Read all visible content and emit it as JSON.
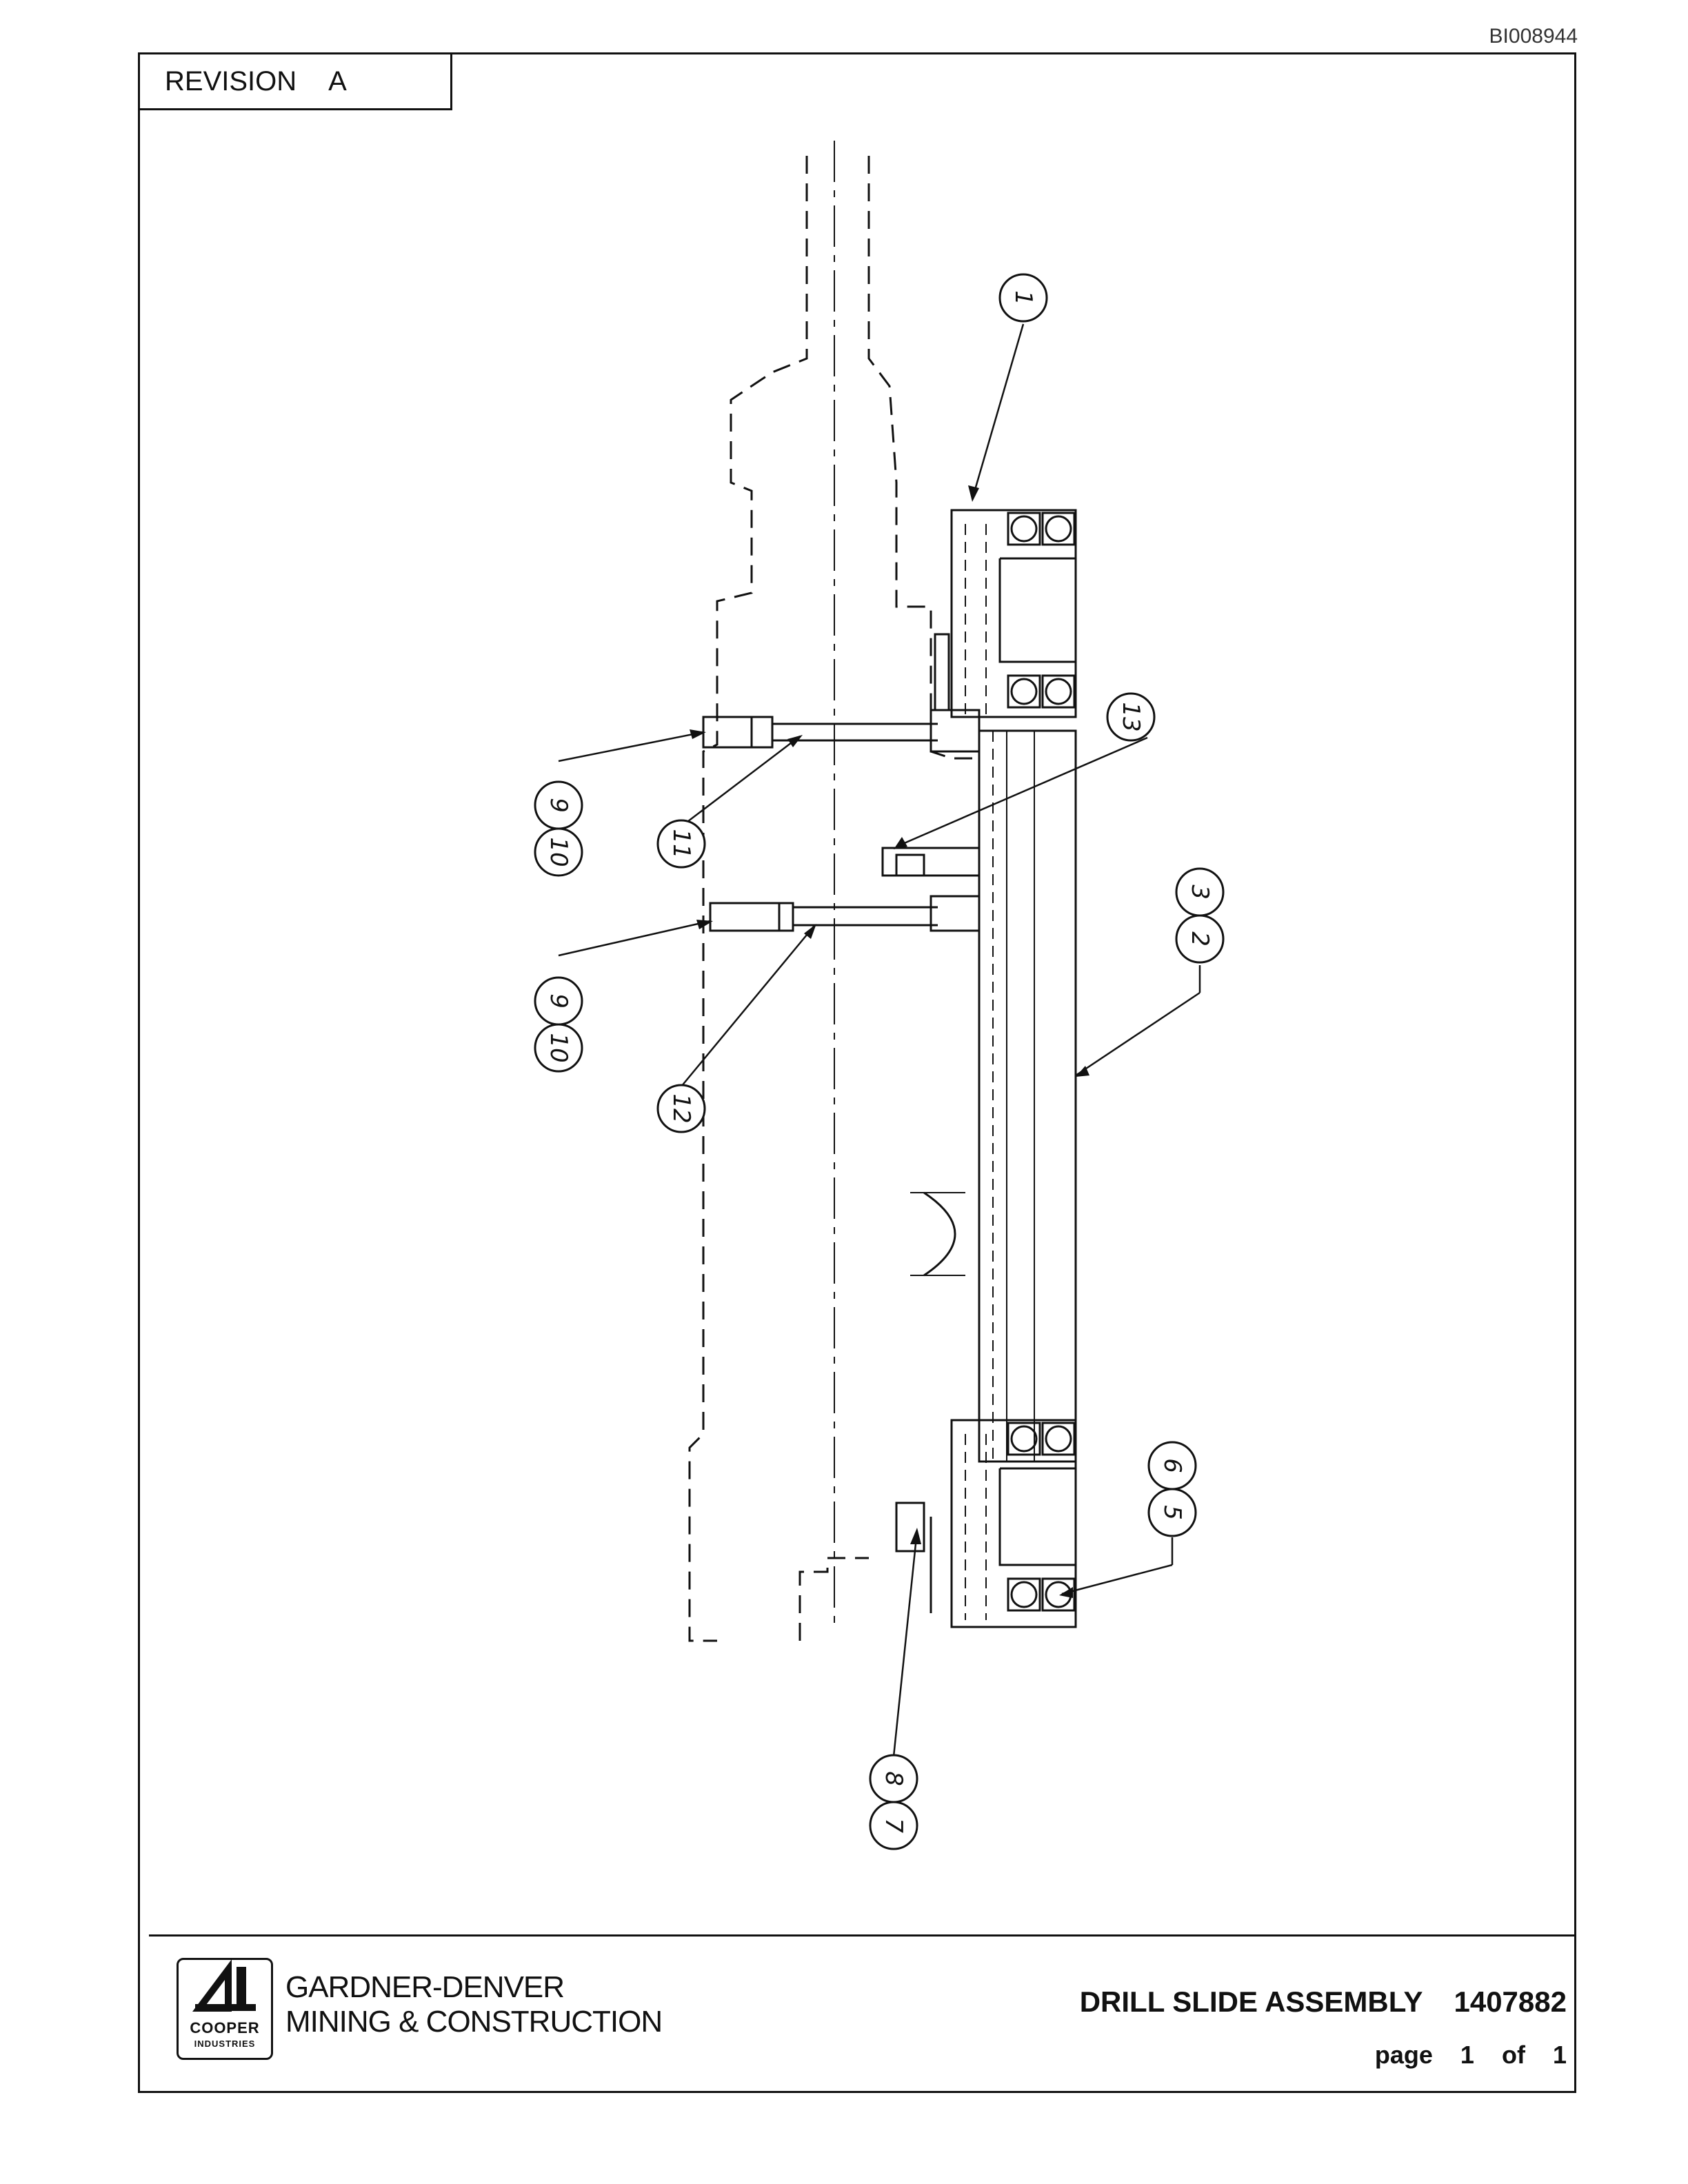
{
  "document_id": "BI008944",
  "revision": {
    "label": "REVISION",
    "value": "A"
  },
  "callouts": {
    "c1": "1",
    "c2": "2",
    "c3": "3",
    "c5": "5",
    "c6": "6",
    "c7": "7",
    "c8": "8",
    "c9a": "9",
    "c10a": "10",
    "c9b": "9",
    "c10b": "10",
    "c11": "11",
    "c12": "12",
    "c13": "13"
  },
  "title_block": {
    "logo": {
      "brand": "COOPER",
      "sub": "INDUSTRIES",
      "icon": "cooper-logo-icon"
    },
    "company_line1": "GARDNER-DENVER",
    "company_line2": "MINING & CONSTRUCTION",
    "assembly_name": "DRILL SLIDE ASSEMBLY",
    "part_number": "1407882",
    "page_word": "page",
    "page_current": "1",
    "page_of": "of",
    "page_total": "1"
  }
}
